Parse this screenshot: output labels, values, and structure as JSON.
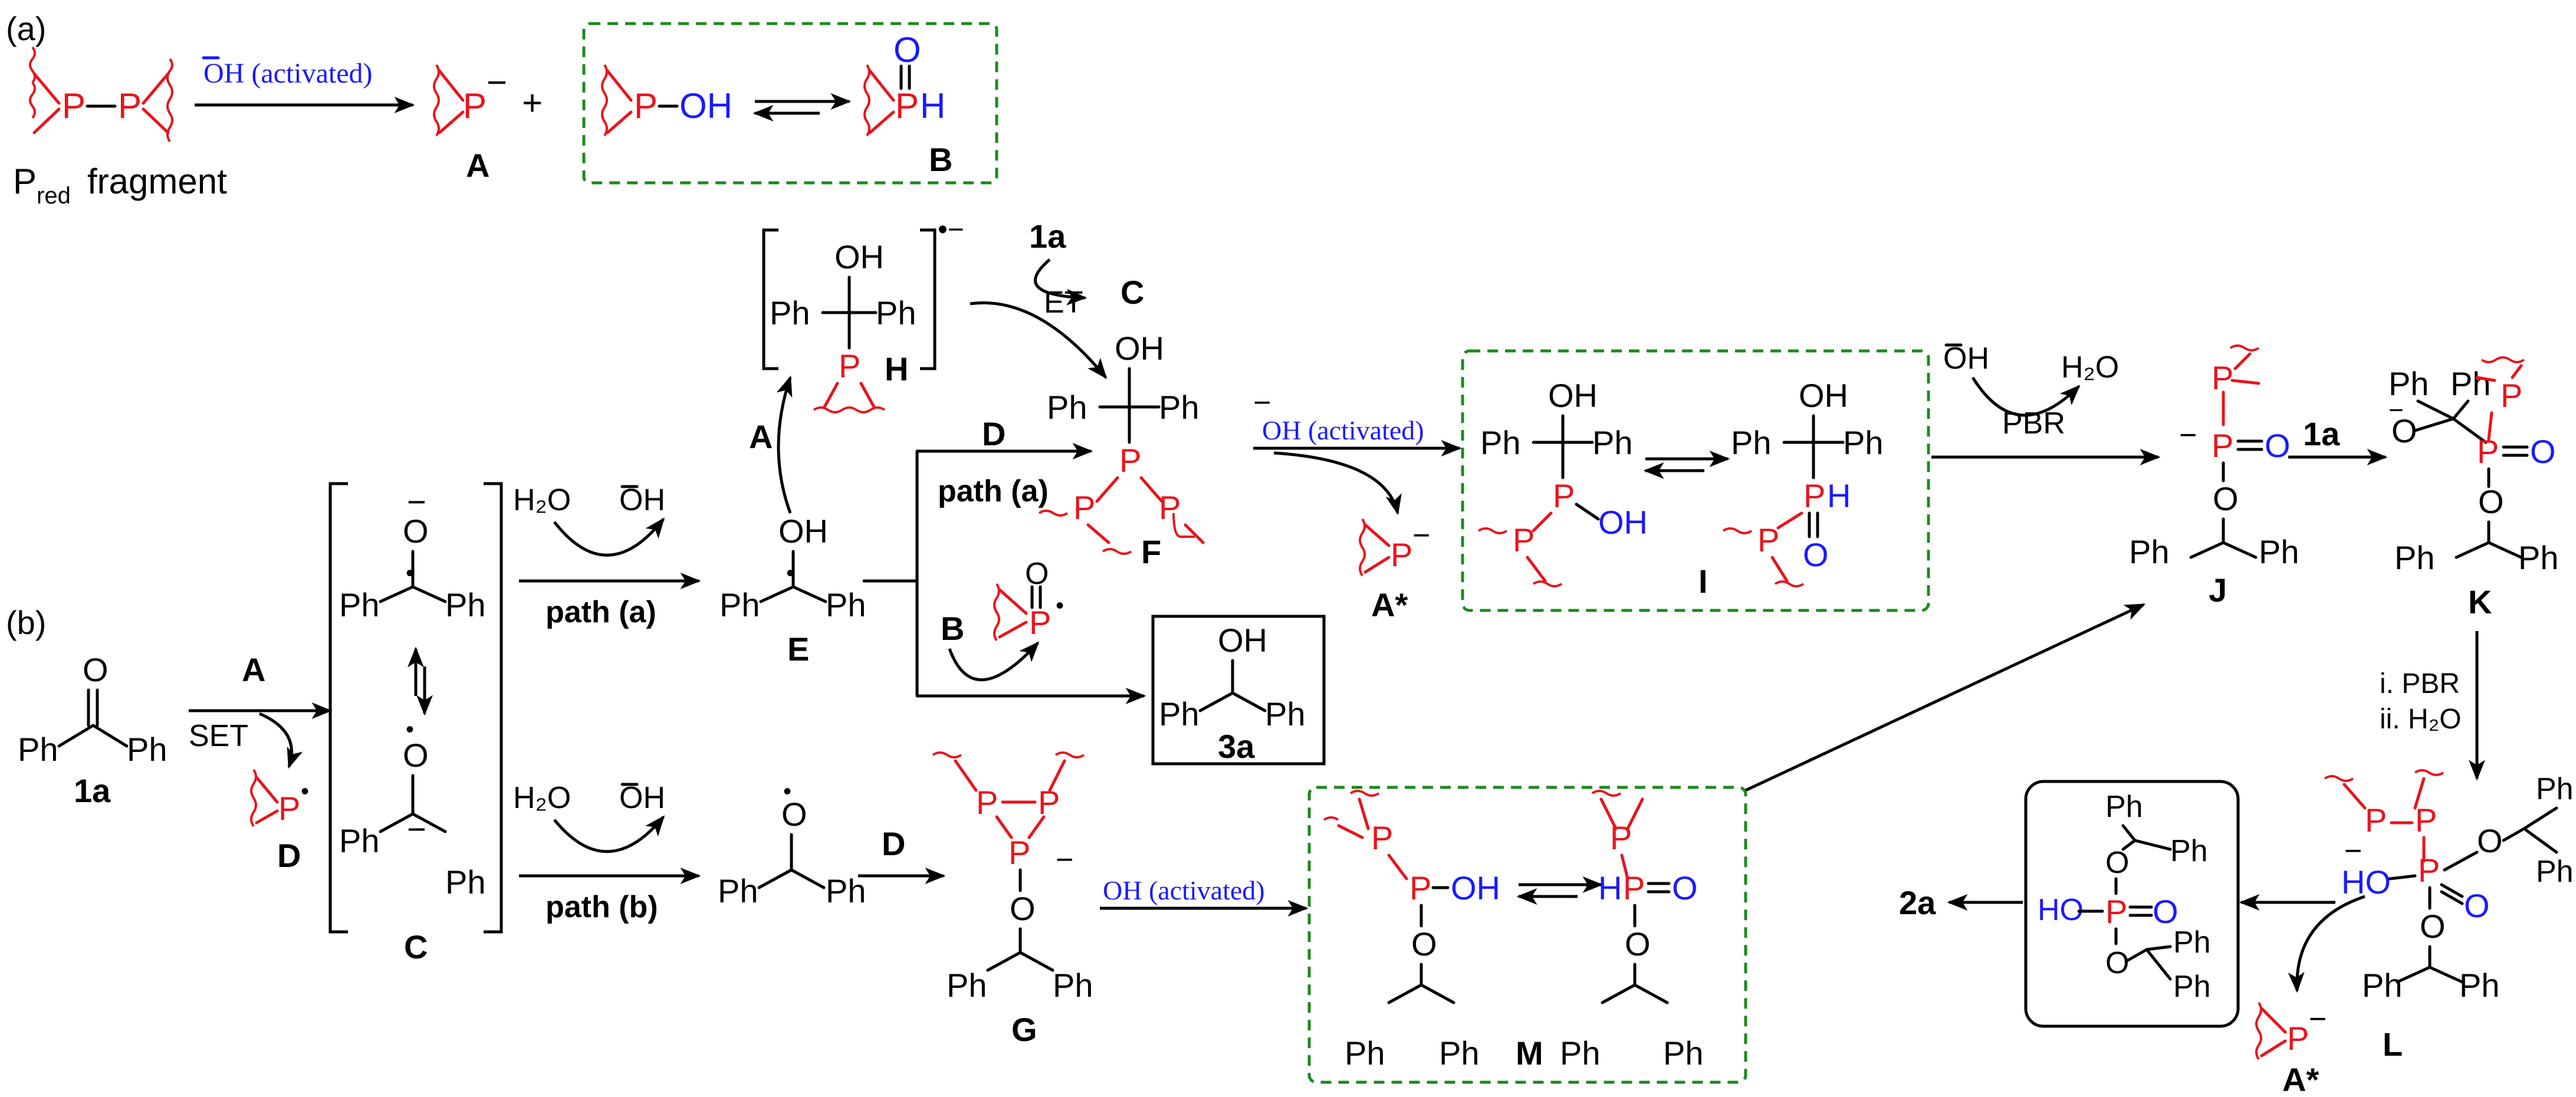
{
  "panels": {
    "a": "(a)",
    "b": "(b)"
  },
  "labels": {
    "pred_fragment": "P",
    "pred_sub": "red",
    "fragment": "fragment",
    "A": "A",
    "B": "B",
    "C": "C",
    "D": "D",
    "E": "E",
    "F": "F",
    "G": "G",
    "H": "H",
    "I": "I",
    "J": "J",
    "K": "K",
    "L": "L",
    "M": "M",
    "A_star": "A*",
    "1a": "1a",
    "2a": "2a",
    "3a": "3a"
  },
  "reagents": {
    "oh_activated": "OH (activated)",
    "oh_minus": "OH",
    "h2o": "H₂O",
    "set": "SET",
    "et": "ET",
    "pbr": "PBR",
    "path_a": "path (a)",
    "path_b": "path (b)",
    "step_i": "i. PBR",
    "step_ii": "ii. H₂O",
    "plus": "+"
  },
  "atoms": {
    "P": "P",
    "O": "O",
    "OH": "OH",
    "HO": "HO",
    "H": "H",
    "Ph": "Ph",
    "minus": "−",
    "dot": "•",
    "radical_anion": "•−"
  },
  "colors": {
    "phosphorus": "#e8141c",
    "oxygen_highlight": "#1a1aff",
    "box_dashed": "#1c8a1c",
    "text": "#000000"
  }
}
